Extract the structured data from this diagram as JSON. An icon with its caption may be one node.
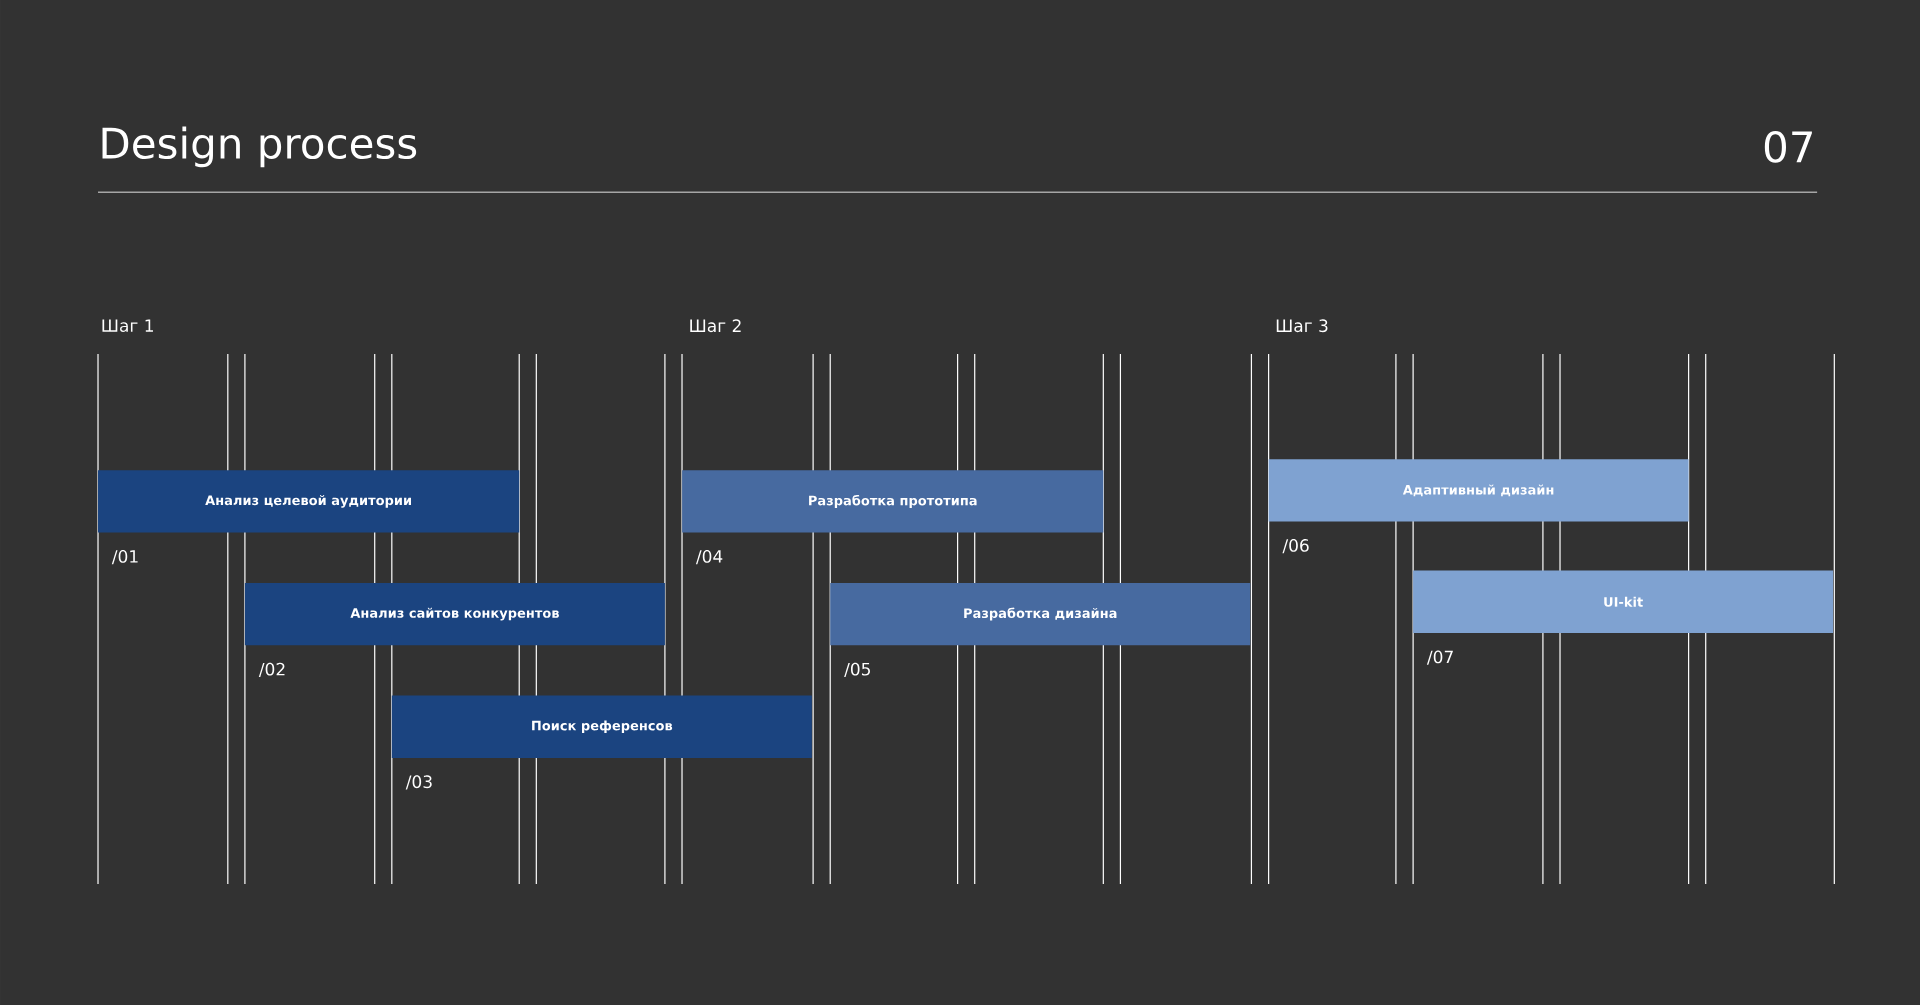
{
  "diagram": {
    "title": "Design process",
    "nodes": [
      {
        "text": [
          "Анализ целевой аудитории"
        ],
        "beside": [
          "/01"
        ]
      },
      {
        "text": [
          "Анализ сайтов конкурентов"
        ],
        "beside": [
          "/02"
        ]
      },
      {
        "text": [
          "Поиск референсов"
        ],
        "beside": [
          "/03"
        ]
      },
      {
        "text": [
          "Разработка прототипа"
        ],
        "beside": [
          "/04"
        ]
      },
      {
        "text": [
          "Разработка дизайна"
        ],
        "beside": [
          "/05"
        ]
      },
      {
        "text": [
          "Адаптивный дизайн"
        ],
        "beside": [
          "/06"
        ]
      },
      {
        "text": [
          "UI-kit"
        ],
        "beside": [
          "/07"
        ]
      }
    ],
    "labels": [
      "07",
      "Шаг 1",
      "Шаг 2",
      "Шаг 3"
    ]
  }
}
